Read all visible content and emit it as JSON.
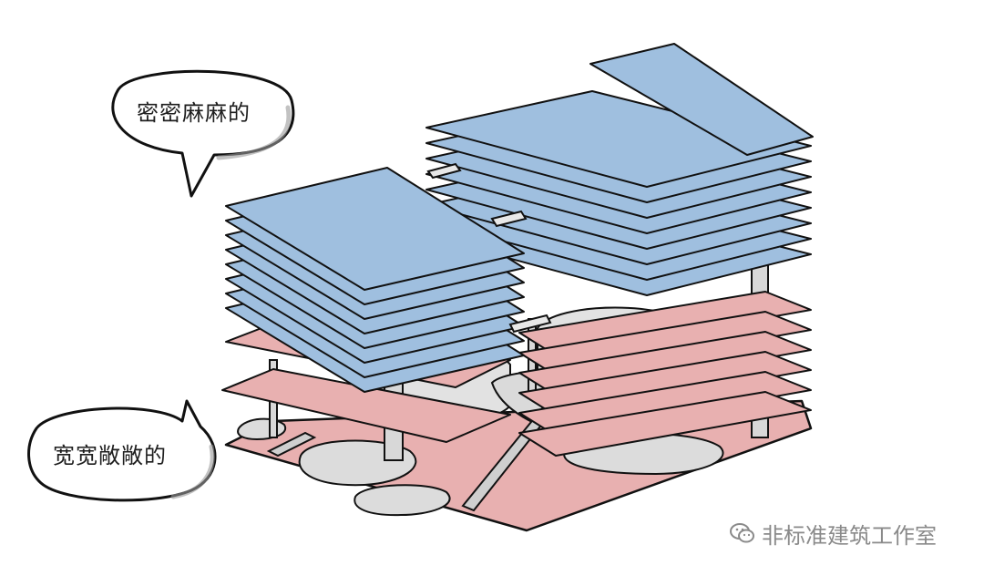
{
  "callouts": {
    "dense": "密密麻麻的",
    "sparse": "宽宽敞敞的"
  },
  "watermark": {
    "text": "非标准建筑工作室",
    "icon": "wechat-icon"
  },
  "colors": {
    "dense_floor": "#9fbfdf",
    "sparse_floor": "#e8b0b0",
    "core": "#dcdcdc",
    "outline": "#111111"
  },
  "diagram": {
    "dense_floor_count": 17,
    "sparse_floor_count": 8
  }
}
